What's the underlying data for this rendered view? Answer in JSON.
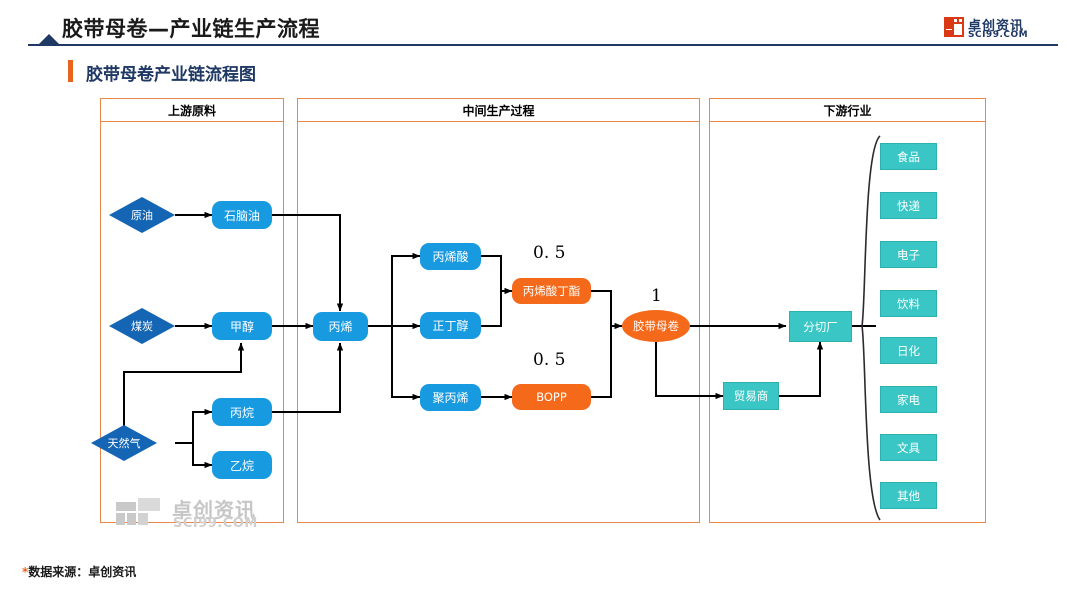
{
  "header": {
    "title": "胶带母卷—产业链生产流程",
    "logo": {
      "cn": "卓创资讯",
      "en": "SCI99.COM",
      "mark_color": "#D93A15",
      "text_color": "#1F3864"
    },
    "underline_color": "#1F3864"
  },
  "subtitle": {
    "text": "胶带母卷产业链流程图",
    "bar_color": "#E8641C",
    "text_color": "#1F3864"
  },
  "panels": [
    {
      "id": "upstream",
      "title": "上游原料"
    },
    {
      "id": "midstream",
      "title": "中间生产过程"
    },
    {
      "id": "downstream",
      "title": "下游行业"
    }
  ],
  "colors": {
    "panel_border": "#E8884A",
    "diamond": "#1565B5",
    "blue_box": "#189AE0",
    "orange": "#F4691A",
    "teal": "#3BC6C6",
    "arrow": "#000000"
  },
  "nodes": {
    "crude_oil": {
      "label": "原油",
      "shape": "diamond"
    },
    "naphtha": {
      "label": "石脑油",
      "shape": "rounded-rect"
    },
    "coal": {
      "label": "煤炭",
      "shape": "diamond"
    },
    "methanol": {
      "label": "甲醇",
      "shape": "rounded-rect"
    },
    "natural_gas": {
      "label": "天然气",
      "shape": "diamond"
    },
    "propane": {
      "label": "丙烷",
      "shape": "rounded-rect"
    },
    "ethane": {
      "label": "乙烷",
      "shape": "rounded-rect"
    },
    "propylene": {
      "label": "丙烯",
      "shape": "rounded-rect"
    },
    "acrylic_acid": {
      "label": "丙烯酸",
      "shape": "rounded-rect"
    },
    "n_butanol": {
      "label": "正丁醇",
      "shape": "rounded-rect"
    },
    "polypropylene": {
      "label": "聚丙烯",
      "shape": "rounded-rect"
    },
    "butyl_acrylate": {
      "label": "丙烯酸丁酯",
      "shape": "rounded-rect-orange"
    },
    "bopp": {
      "label": "BOPP",
      "shape": "rounded-rect-orange"
    },
    "jumbo_roll": {
      "label": "胶带母卷",
      "shape": "ellipse-orange"
    },
    "slitting_plant": {
      "label": "分切厂",
      "shape": "rect-teal"
    },
    "trader": {
      "label": "贸易商",
      "shape": "rect-teal"
    }
  },
  "ratio_labels": {
    "butyl_acrylate": "0. 5",
    "bopp": "0. 5",
    "jumbo_roll": "1"
  },
  "downstream_industries": [
    {
      "label": "食品"
    },
    {
      "label": "快递"
    },
    {
      "label": "电子"
    },
    {
      "label": "饮料"
    },
    {
      "label": "日化"
    },
    {
      "label": "家电"
    },
    {
      "label": "文具"
    },
    {
      "label": "其他"
    }
  ],
  "watermark": {
    "cn": "卓创资讯",
    "en": "SCI99.COM"
  },
  "footer": {
    "star": "*",
    "text": "数据来源：卓创资讯"
  }
}
